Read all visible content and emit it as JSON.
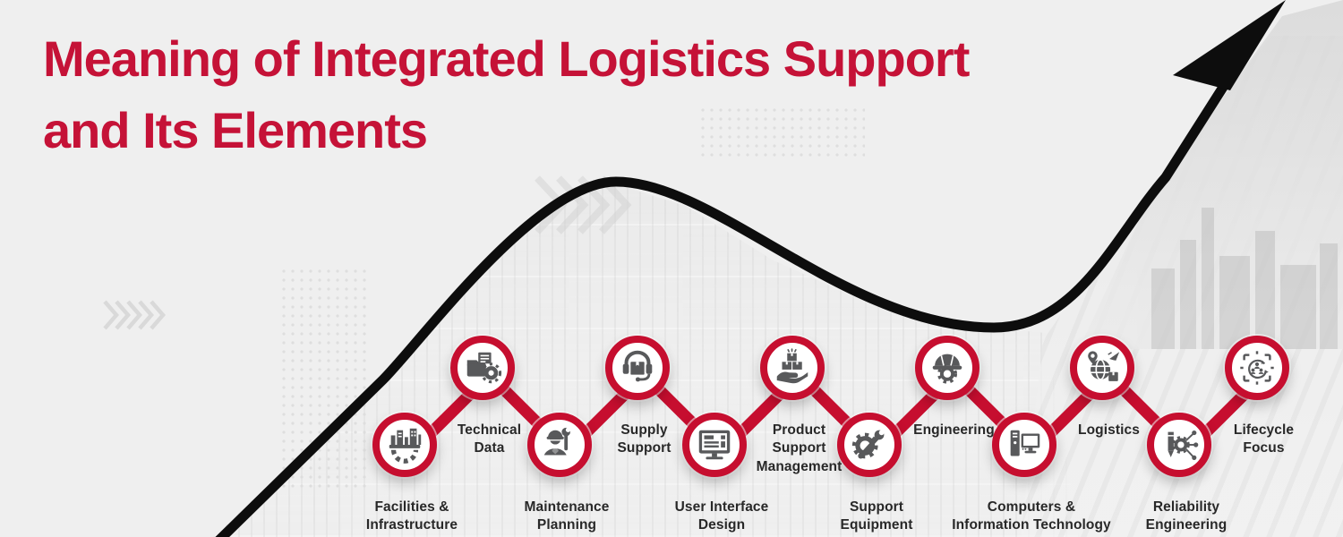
{
  "title": {
    "line1": "Meaning of Integrated Logistics Support",
    "line2": "and Its Elements"
  },
  "colors": {
    "background": "#efefef",
    "title": "#c51237",
    "accent": "#c60e2f",
    "icon": "#58595b",
    "label": "#282828",
    "arrow": "#0d0d0d"
  },
  "chain": {
    "items": [
      {
        "label": "Facilities & Infrastructure",
        "lines": [
          "Facilities &",
          "Infrastructure"
        ],
        "icon": "facilities-infrastructure-icon",
        "row": "bottom"
      },
      {
        "label": "Technical Data",
        "lines": [
          "Technical",
          "Data"
        ],
        "icon": "technical-data-icon",
        "row": "top"
      },
      {
        "label": "Maintenance Planning",
        "lines": [
          "Maintenance",
          "Planning"
        ],
        "icon": "maintenance-planning-icon",
        "row": "bottom"
      },
      {
        "label": "Supply Support",
        "lines": [
          "Supply",
          "Support"
        ],
        "icon": "supply-support-icon",
        "row": "top"
      },
      {
        "label": "User Interface Design",
        "lines": [
          "User Interface",
          "Design"
        ],
        "icon": "user-interface-design-icon",
        "row": "bottom"
      },
      {
        "label": "Product Support Management",
        "lines": [
          "Product",
          "Support",
          "Management"
        ],
        "icon": "product-support-management-icon",
        "row": "top"
      },
      {
        "label": "Support Equipment",
        "lines": [
          "Support",
          "Equipment"
        ],
        "icon": "support-equipment-icon",
        "row": "bottom"
      },
      {
        "label": "Engineering",
        "lines": [
          "Engineering"
        ],
        "icon": "engineering-icon",
        "row": "top"
      },
      {
        "label": "Computers & Information Technology",
        "lines": [
          "Computers &",
          "Information Technology"
        ],
        "icon": "computers-information-technology-icon",
        "row": "bottom"
      },
      {
        "label": "Logistics",
        "lines": [
          "Logistics"
        ],
        "icon": "logistics-icon",
        "row": "top"
      },
      {
        "label": "Reliability Engineering",
        "lines": [
          "Reliability",
          "Engineering"
        ],
        "icon": "reliability-engineering-icon",
        "row": "bottom"
      },
      {
        "label": "Lifecycle Focus",
        "lines": [
          "Lifecycle",
          "Focus"
        ],
        "icon": "lifecycle-focus-icon",
        "row": "top"
      }
    ]
  }
}
